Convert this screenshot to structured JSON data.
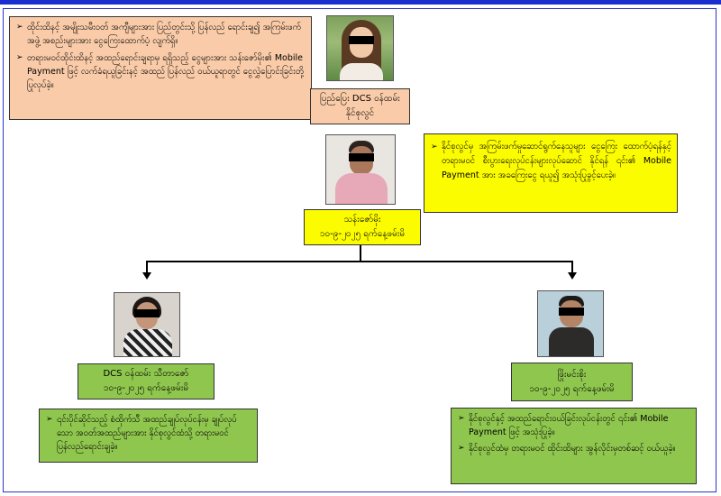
{
  "colors": {
    "frame": "#2a36c8",
    "peach_box": "#f9cba8",
    "yellow_box": "#fcfc00",
    "green_box": "#8fc64e"
  },
  "top_left_notes": [
    "ထိုင်းထိနင့် အမျိုးသမီးဝတ် အကျီများအား ပြည်တွင်းသို့ ပြန်လည် ရောင်းချ၍ အကြမ်းဖက်အဖွဲ့ အစည်းများအား ငွေကြေးထောက်ပံ့ လျက်ရှိ။",
    "တရားမဝင်ထိုင်းထိနင့် အထည်ရောင်းချရာမှ ရရှိသည့် ငွေများအား သန်းဇော်မိုး၏ Mobile Payment ဖြင့် လက်ခံရယူခြင်းနင့် အထည် ပြန်လည် ဝယ်ယူရာတွင် ငွေလွှဲပြောင်းခြင်းတို့ ပြုလုပ်ခဲ့။"
  ],
  "top_person": {
    "line1": "ပြည်ပြေး DCS ဝန်ထမ်း",
    "line2": "နိုင်စုလွင်"
  },
  "right_note": [
    "နိုင်စုလွင်မှ အကြမ်းဖက်မှုဆောင်ရွက်နေသူများ ငွေကြေး ထောက်ပံ့ရန်နှင့် တရားမဝင် စီးပွားရေးလုပ်ငန်းများလုပ်ဆောင် နိုင်ရန် ၎င်း၏ Mobile Payment အား အခကြေးငွေ ရယူ၍ အသုံးပြုခွင့်ပေးခဲ့။"
  ],
  "center_person": {
    "line1": "သန်းဇော်မိုး",
    "line2": "၁၀-၉-၂၀၂၅ ရက်နေ့ဖမ်းမိ"
  },
  "left_person": {
    "line1": "DCS ဝန်ထမ်း သီတာဇော်",
    "line2": "၁၀-၉-၂၀၂၅ ရက်နေ့ဖမ်းမိ"
  },
  "left_note": [
    "၎င်းပိုင်ဆိုင်သည့် စံထိုက်သီ အထည်ချုပ်လုပ်ငန်းမှ ချုပ်လုပ်သော အဝတ်အထည်များအား နိုင်စုလွင်ထံသို့ တရားမဝင် ပြန်လည်ရောင်းချခဲ့။"
  ],
  "right_person": {
    "line1": "ဖြိုးမင်းစိုး",
    "line2": "၁၀-၉-၂၀၂၅ ရက်နေ့ဖမ်းမိ"
  },
  "right_bottom_note": [
    "နိုင်စုလွင်နှင့် အထည်ရောင်းဝယ်ခြင်းလုပ်ငန်းတွင် ၎င်း၏ Mobile Payment ဖြင့် အသုံးပြုခဲ့။",
    "နိုင်စုလွင်ထံမှ တရားမဝင် ထိုင်းထိများ အွန်လိုင်းမှတစ်ဆင့် ဝယ်ယူခဲ့။"
  ]
}
